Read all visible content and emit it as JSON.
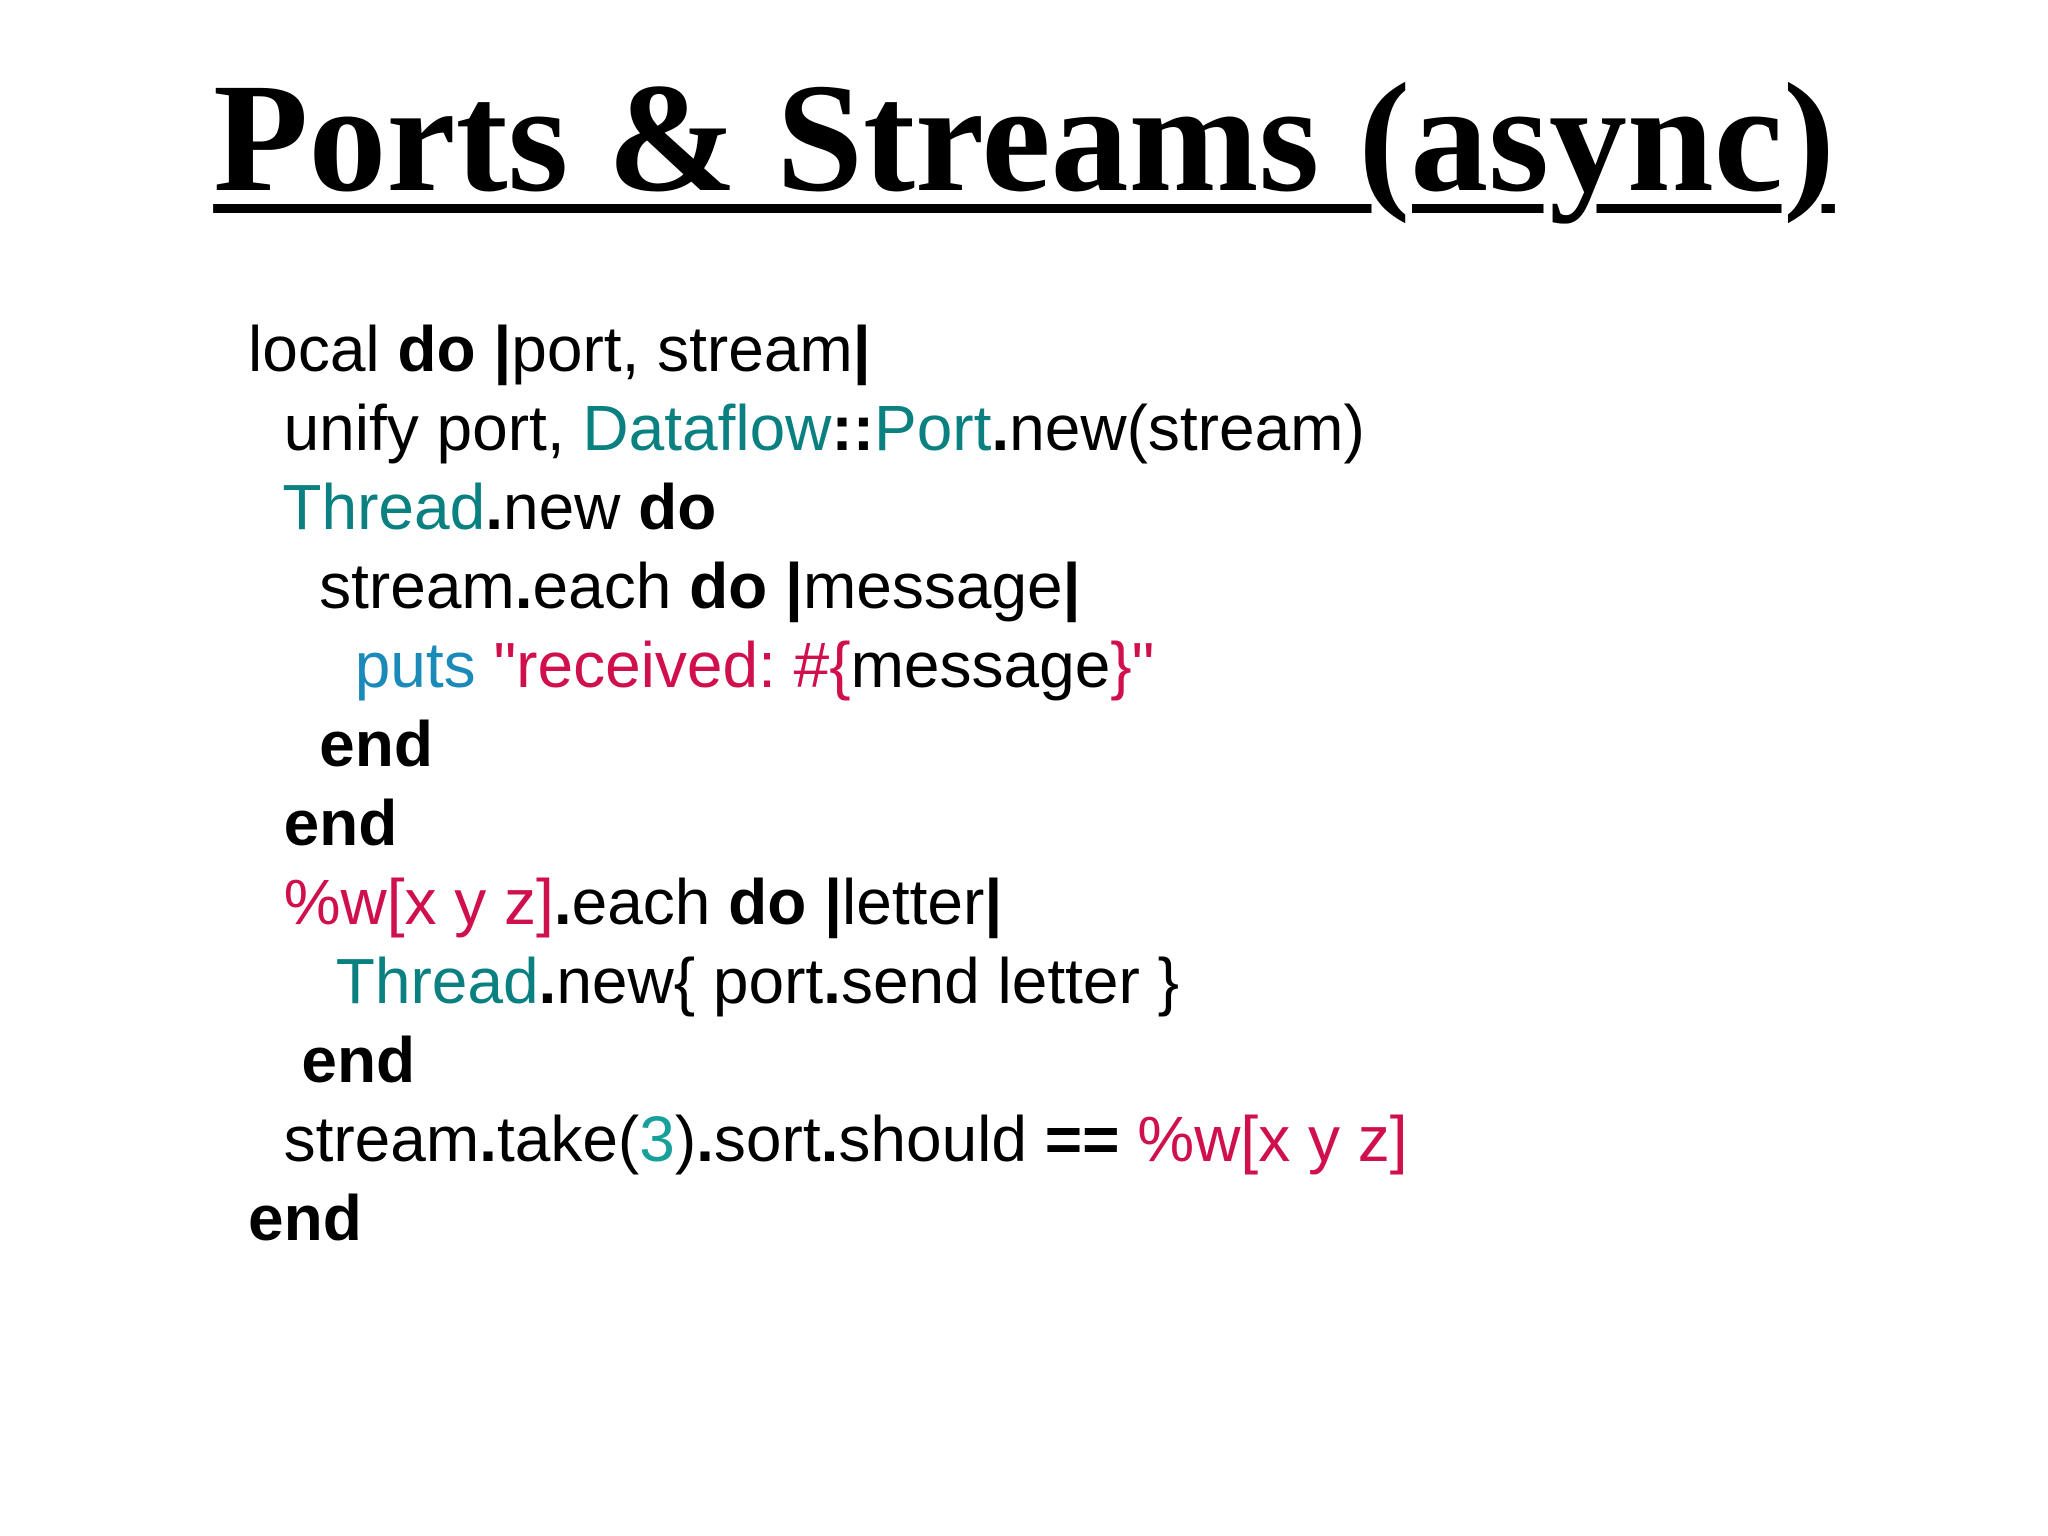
{
  "title": "Ports & Streams (async)",
  "colors": {
    "background": "#ffffff",
    "text": "#000000",
    "class_name": "#0a8080",
    "method_name": "#1a8ab8",
    "string_literal": "#d0104c",
    "number_literal": "#17a09a"
  },
  "code_lines": [
    [
      {
        "t": "local ",
        "k": "plain"
      },
      {
        "t": "do",
        "k": "kw"
      },
      {
        "t": " ",
        "k": "plain"
      },
      {
        "t": "|",
        "k": "bold"
      },
      {
        "t": "port, stream",
        "k": "plain"
      },
      {
        "t": "|",
        "k": "bold"
      }
    ],
    [
      {
        "t": "  unify port, ",
        "k": "plain"
      },
      {
        "t": "Dataflow",
        "k": "cls"
      },
      {
        "t": "::",
        "k": "bold"
      },
      {
        "t": "Port",
        "k": "cls"
      },
      {
        "t": ".",
        "k": "bold"
      },
      {
        "t": "new(stream)",
        "k": "plain"
      }
    ],
    [
      {
        "t": "  ",
        "k": "plain"
      },
      {
        "t": "Thread",
        "k": "cls"
      },
      {
        "t": ".",
        "k": "bold"
      },
      {
        "t": "new ",
        "k": "plain"
      },
      {
        "t": "do",
        "k": "kw"
      }
    ],
    [
      {
        "t": "    stream",
        "k": "plain"
      },
      {
        "t": ".",
        "k": "bold"
      },
      {
        "t": "each ",
        "k": "plain"
      },
      {
        "t": "do",
        "k": "kw"
      },
      {
        "t": " ",
        "k": "plain"
      },
      {
        "t": "|",
        "k": "bold"
      },
      {
        "t": "message",
        "k": "plain"
      },
      {
        "t": "|",
        "k": "bold"
      }
    ],
    [
      {
        "t": "      ",
        "k": "plain"
      },
      {
        "t": "puts",
        "k": "fn"
      },
      {
        "t": " ",
        "k": "plain"
      },
      {
        "t": "\"received: #{",
        "k": "str"
      },
      {
        "t": "message",
        "k": "plain"
      },
      {
        "t": "}\"",
        "k": "str"
      }
    ],
    [
      {
        "t": "    ",
        "k": "plain"
      },
      {
        "t": "end",
        "k": "kw"
      }
    ],
    [
      {
        "t": "  ",
        "k": "plain"
      },
      {
        "t": "end",
        "k": "kw"
      }
    ],
    [
      {
        "t": "  ",
        "k": "plain"
      },
      {
        "t": "%w[x y z]",
        "k": "str"
      },
      {
        "t": ".",
        "k": "bold"
      },
      {
        "t": "each ",
        "k": "plain"
      },
      {
        "t": "do",
        "k": "kw"
      },
      {
        "t": " ",
        "k": "plain"
      },
      {
        "t": "|",
        "k": "bold"
      },
      {
        "t": "letter",
        "k": "plain"
      },
      {
        "t": "|",
        "k": "bold"
      }
    ],
    [
      {
        "t": "     ",
        "k": "plain"
      },
      {
        "t": "Thread",
        "k": "cls"
      },
      {
        "t": ".",
        "k": "bold"
      },
      {
        "t": "new{ port",
        "k": "plain"
      },
      {
        "t": ".",
        "k": "bold"
      },
      {
        "t": "send letter }",
        "k": "plain"
      }
    ],
    [
      {
        "t": "   ",
        "k": "plain"
      },
      {
        "t": "end",
        "k": "kw"
      }
    ],
    [
      {
        "t": "  stream",
        "k": "plain"
      },
      {
        "t": ".",
        "k": "bold"
      },
      {
        "t": "take(",
        "k": "plain"
      },
      {
        "t": "3",
        "k": "num"
      },
      {
        "t": ")",
        "k": "plain"
      },
      {
        "t": ".",
        "k": "bold"
      },
      {
        "t": "sort",
        "k": "plain"
      },
      {
        "t": ".",
        "k": "bold"
      },
      {
        "t": "should ",
        "k": "plain"
      },
      {
        "t": "==",
        "k": "kw"
      },
      {
        "t": " ",
        "k": "plain"
      },
      {
        "t": "%w[x y z]",
        "k": "str"
      }
    ],
    [
      {
        "t": "end",
        "k": "kw"
      }
    ]
  ]
}
